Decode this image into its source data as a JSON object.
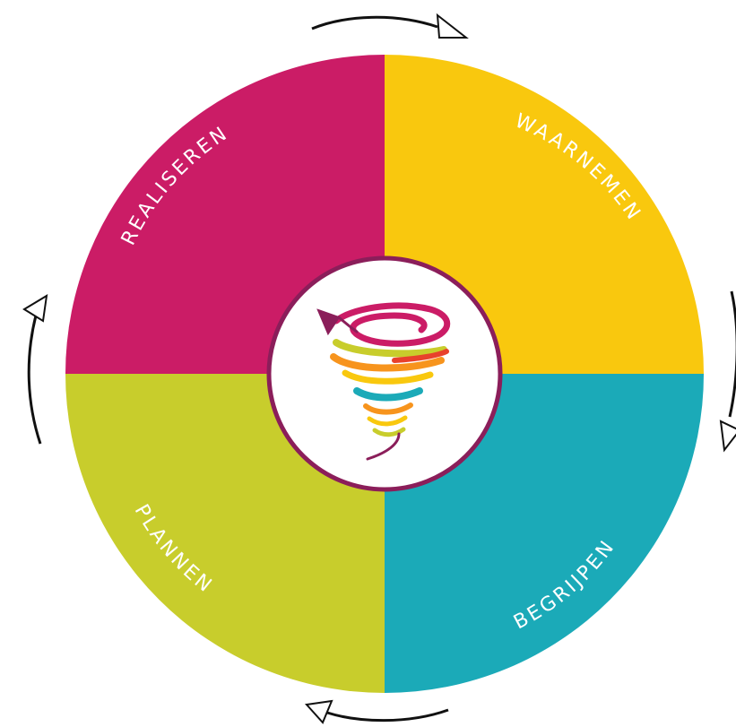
{
  "diagram": {
    "type": "cycle",
    "direction": "clockwise",
    "quadrants": [
      {
        "id": "waarnemen",
        "label": "WAARNEMEN",
        "color": "#F9C80E"
      },
      {
        "id": "begrijpen",
        "label": "BEGRIJPEN",
        "color": "#1BAAB8"
      },
      {
        "id": "plannen",
        "label": "PLANNEN",
        "color": "#C8CD2C"
      },
      {
        "id": "realiseren",
        "label": "REALISEREN",
        "color": "#CB1C66"
      }
    ],
    "center": {
      "icon": "tornado-icon",
      "ring_color": "#8B1E5A",
      "fill": "#ffffff"
    },
    "arrow_color": "#111111"
  }
}
